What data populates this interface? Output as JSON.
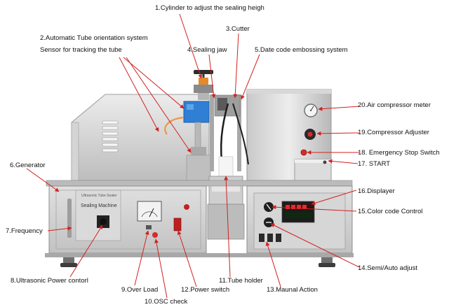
{
  "colors": {
    "leader": "#d32020",
    "steel_light": "#e3e3e3",
    "steel_mid": "#c6c6c6",
    "steel_dark": "#9a9a9a",
    "blue_part": "#2f7fd4",
    "red_button": "#d92a2a",
    "display_red": "#e03030",
    "cable_orange": "#f0953a"
  },
  "panel_text": {
    "sealing_machine": "Sealing Machine",
    "top_caption": "Ultrasonic Tube Sealer"
  },
  "labels": {
    "l1": "1.Cylinder to adjust the sealing heigh",
    "l2a": "2.Automatic Tube orientation system",
    "l2b": "Sensor for tracking the tube",
    "l3": "3.Cutter",
    "l4": "4.Sealing jaw",
    "l5": "5.Date code embossing system",
    "l6": "6.Generator",
    "l7": "7.Frequency",
    "l8": "8.Ultrasonic Power contorl",
    "l9": "9.Over Load",
    "l10": "10.OSC check",
    "l11": "11.Tube holder",
    "l12": "12.Power switch",
    "l13": "13.Maunal Action",
    "l14": "14.Semi/Auto adjust",
    "l15": "15.Color code Control",
    "l16": "16.Displayer",
    "l17": "17. START",
    "l18": "18. Emergency Stop Switch",
    "l19": "19.Compressor Adjuster",
    "l20": "20.Air compressor meter"
  }
}
